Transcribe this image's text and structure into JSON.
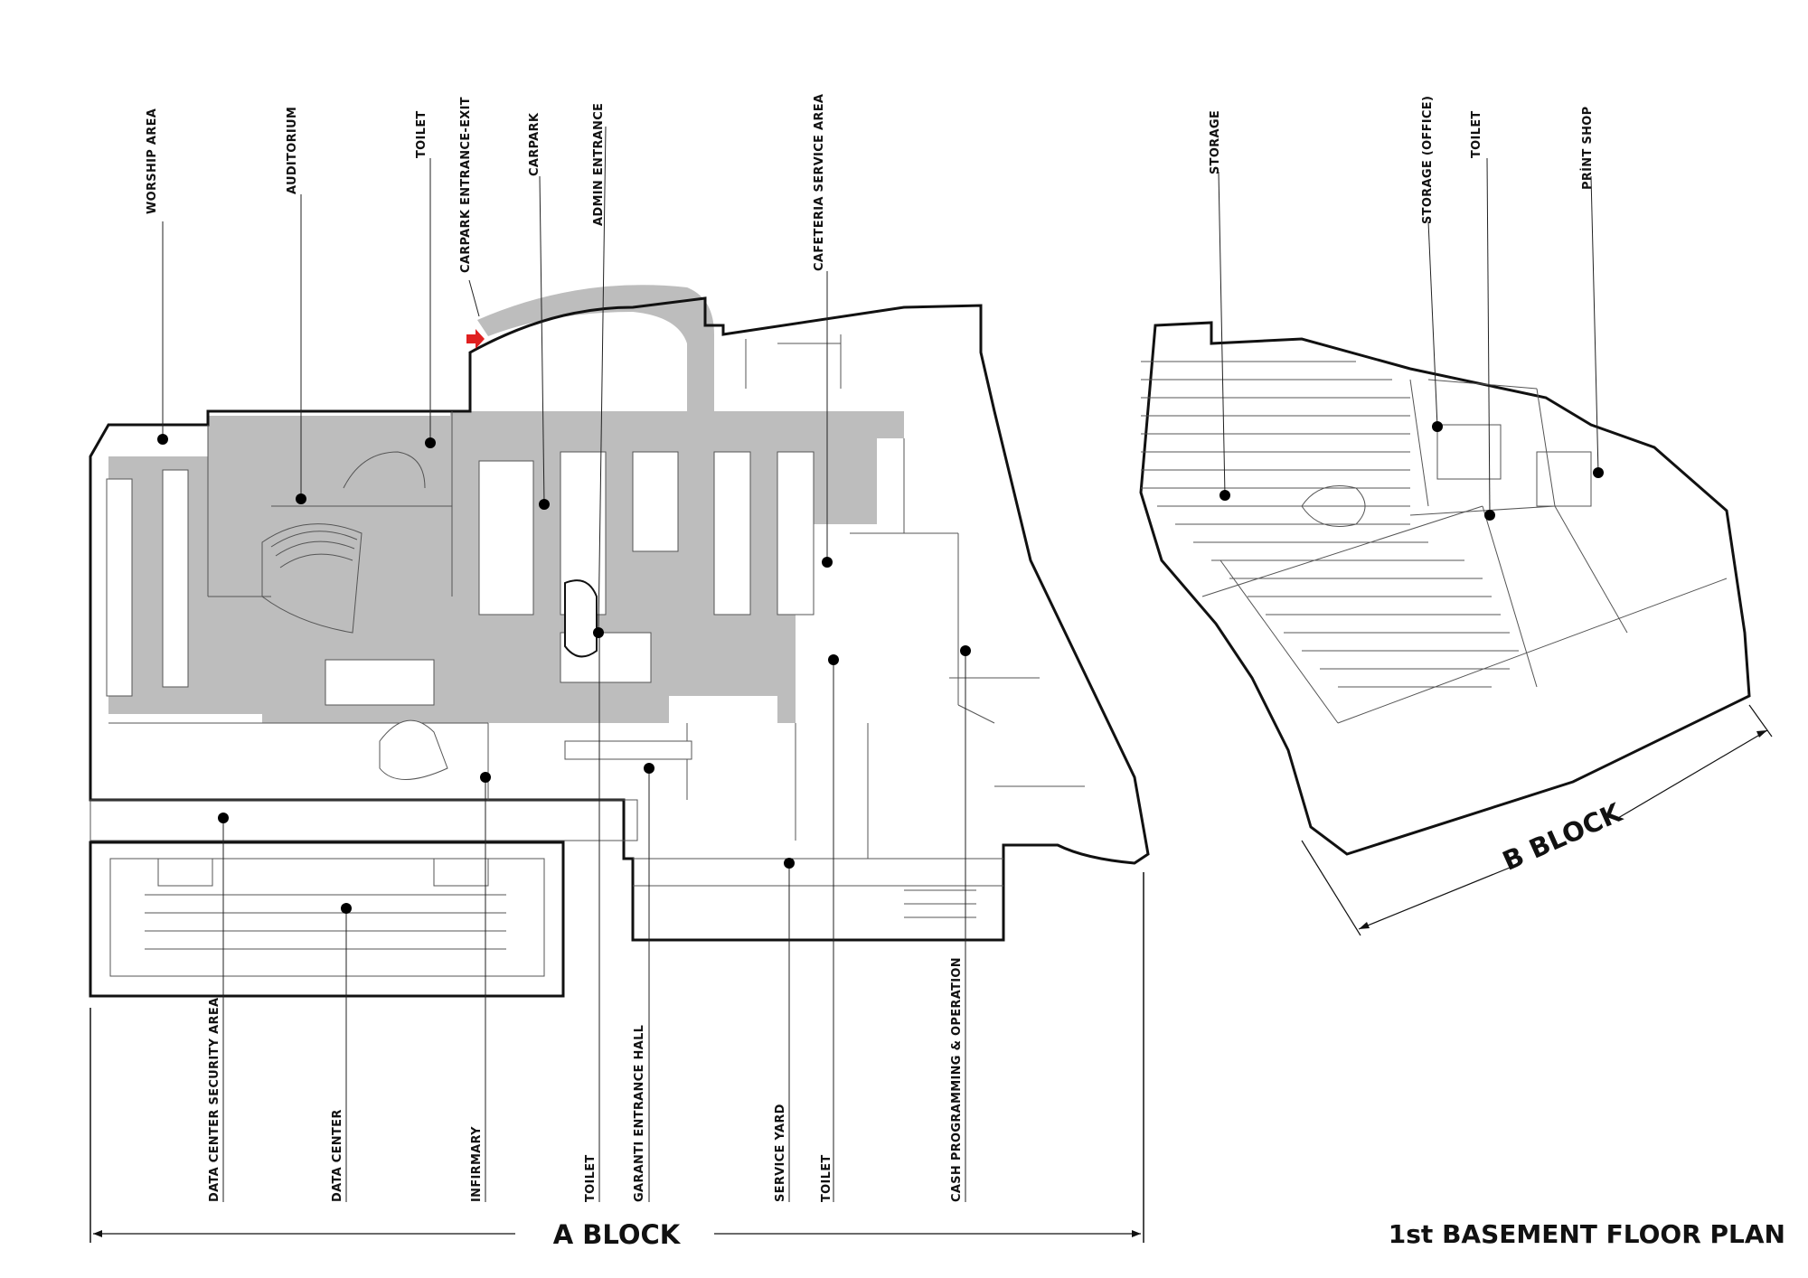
{
  "title": "1st BASEMENT FLOOR PLAN",
  "blocks": {
    "a": "A BLOCK",
    "b": "B BLOCK"
  },
  "labels_top_a": {
    "worship_area": "WORSHIP AREA",
    "auditorium": "AUDITORIUM",
    "toilet": "TOILET",
    "carpark_entrance_exit": "CARPARK ENTRANCE-EXIT",
    "carpark": "CARPARK",
    "admin_entrance": "ADMIN ENTRANCE",
    "cafeteria_service_area": "CAFETERIA SERVICE AREA"
  },
  "labels_top_b": {
    "storage": "STORAGE",
    "storage_office": "STORAGE (OFFICE)",
    "toilet": "TOILET",
    "print_shop": "PRİNT SHOP"
  },
  "labels_bottom_a": {
    "data_center_security_area": "DATA CENTER SECURITY AREA",
    "data_center": "DATA CENTER",
    "infirmary": "INFIRMARY",
    "toilet_1": "TOILET",
    "garanti_entrance_hall": "GARANTI ENTRANCE HALL",
    "service_yard": "SERVICE YARD",
    "toilet_2": "TOILET",
    "cash_programming_operation": "CASH PROGRAMMING & OPERATION"
  },
  "colors": {
    "walls": "#111111",
    "carpark_fill": "#bdbdbd",
    "arrow": "#e02020"
  }
}
